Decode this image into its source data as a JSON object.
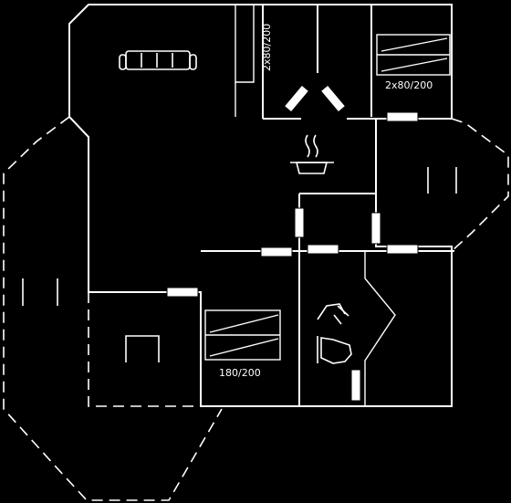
{
  "floorplan": {
    "labels": {
      "bed_north_vertical": "2x80/200",
      "bed_north_east": "2x80/200",
      "bed_south": "180/200"
    },
    "icons": [
      "sofa-icon",
      "cooking-pot-icon",
      "shower-icon",
      "toilet-icon",
      "fireplace-icon",
      "table-icon"
    ],
    "colors": {
      "background": "#000000",
      "lines": "#ffffff"
    }
  }
}
